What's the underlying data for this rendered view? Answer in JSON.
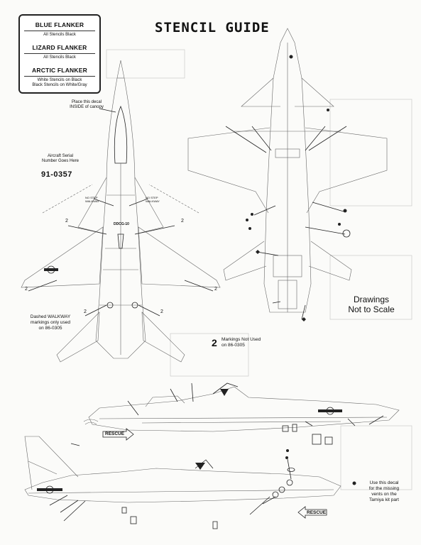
{
  "page": {
    "title": "STENCIL GUIDE"
  },
  "legend": [
    {
      "name": "BLUE FLANKER",
      "desc": [
        "All Stencils Black"
      ]
    },
    {
      "name": "LIZARD FLANKER",
      "desc": [
        "All Stencils Black"
      ]
    },
    {
      "name": "ARCTIC FLANKER",
      "desc": [
        "White Stencils on Black",
        "Black Stencils on White/Gray"
      ]
    }
  ],
  "notes": {
    "canopy": [
      "Place this decal",
      "INSIDE of canopy"
    ],
    "serial_label": [
      "Aircraft Serial",
      "Number Goes Here"
    ],
    "serial_number": "91-0357",
    "walkway": [
      "Dashed WALKWAY",
      "markings only used",
      "on 86-0305"
    ],
    "markings_number": "2",
    "markings_not_used": [
      "Markings Not Used",
      "on 86-0305"
    ],
    "scale": [
      "Drawings",
      "Not to Scale"
    ],
    "tamiya": [
      "Use this decal",
      "for the missing",
      "vents on the",
      "Tamiya kit part"
    ],
    "rescue_label": "RESCUE",
    "walkway_tags": [
      "NO STEP",
      "WALKWAY",
      "NO STEP",
      "WALKWAY"
    ],
    "callout_numbers": [
      "2",
      "2",
      "2",
      "2",
      "2",
      "2"
    ],
    "nose_code": "DDCG-10",
    "asterisk": "*"
  },
  "colors": {
    "ink": "#111111",
    "line": "#666666",
    "paper": "#fbfbf9"
  }
}
